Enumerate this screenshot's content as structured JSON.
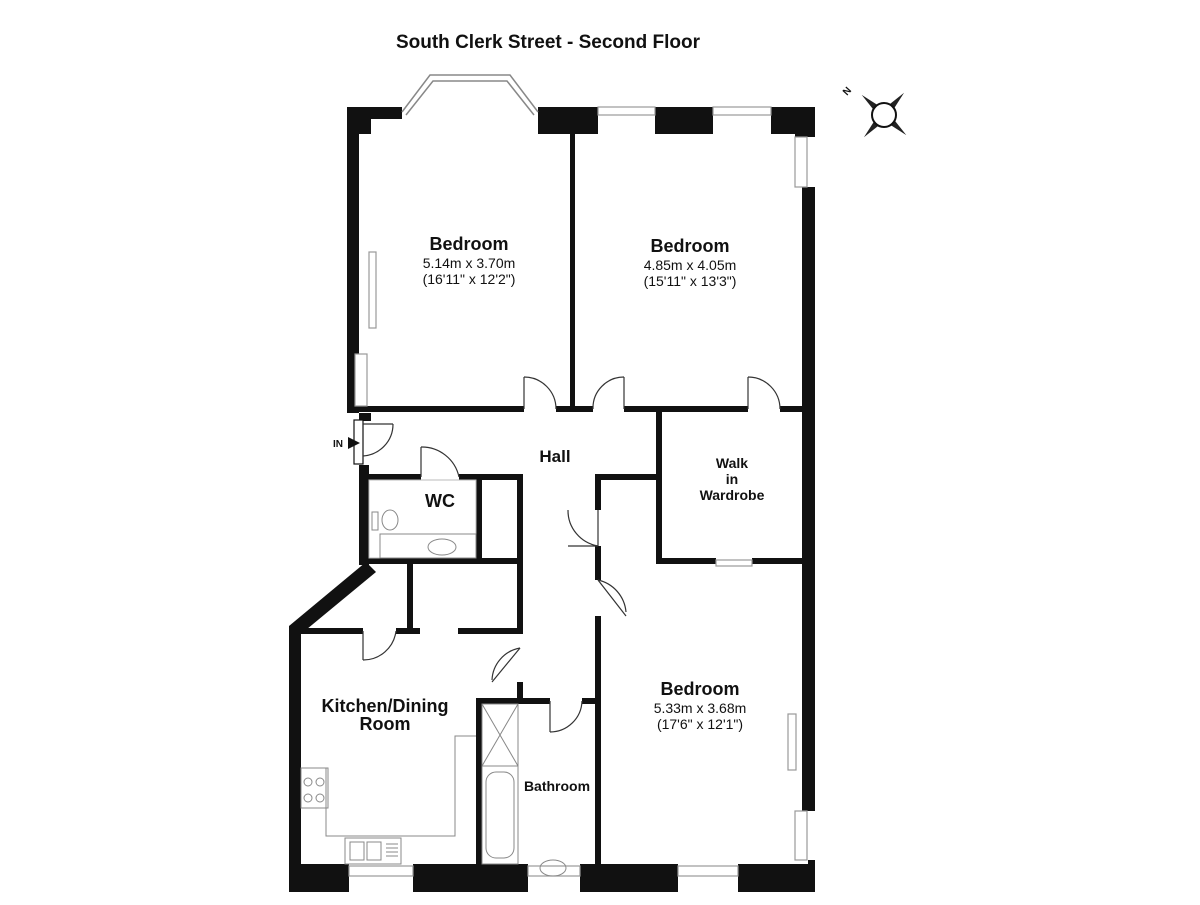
{
  "plan": {
    "title": "South Clerk Street - Second Floor",
    "entrance_label": "IN",
    "compass_label": "N",
    "colors": {
      "wall": "#111111",
      "fixture": "#888888",
      "window": "#999999"
    },
    "rooms": {
      "bedroom_top_left": {
        "name": "Bedroom",
        "metric": "5.14m x 3.70m",
        "imperial": "(16'11\" x 12'2\")"
      },
      "bedroom_top_right": {
        "name": "Bedroom",
        "metric": "4.85m x 4.05m",
        "imperial": "(15'11\" x 13'3\")"
      },
      "bedroom_bottom": {
        "name": "Bedroom",
        "metric": "5.33m x 3.68m",
        "imperial": "(17'6\" x 12'1\")"
      },
      "hall": {
        "name": "Hall"
      },
      "wc": {
        "name": "WC"
      },
      "walk_in": {
        "line1": "Walk",
        "line2": "in",
        "line3": "Wardrobe"
      },
      "kitchen": {
        "line1": "Kitchen/Dining",
        "line2": "Room"
      },
      "bathroom": {
        "name": "Bathroom"
      }
    }
  }
}
